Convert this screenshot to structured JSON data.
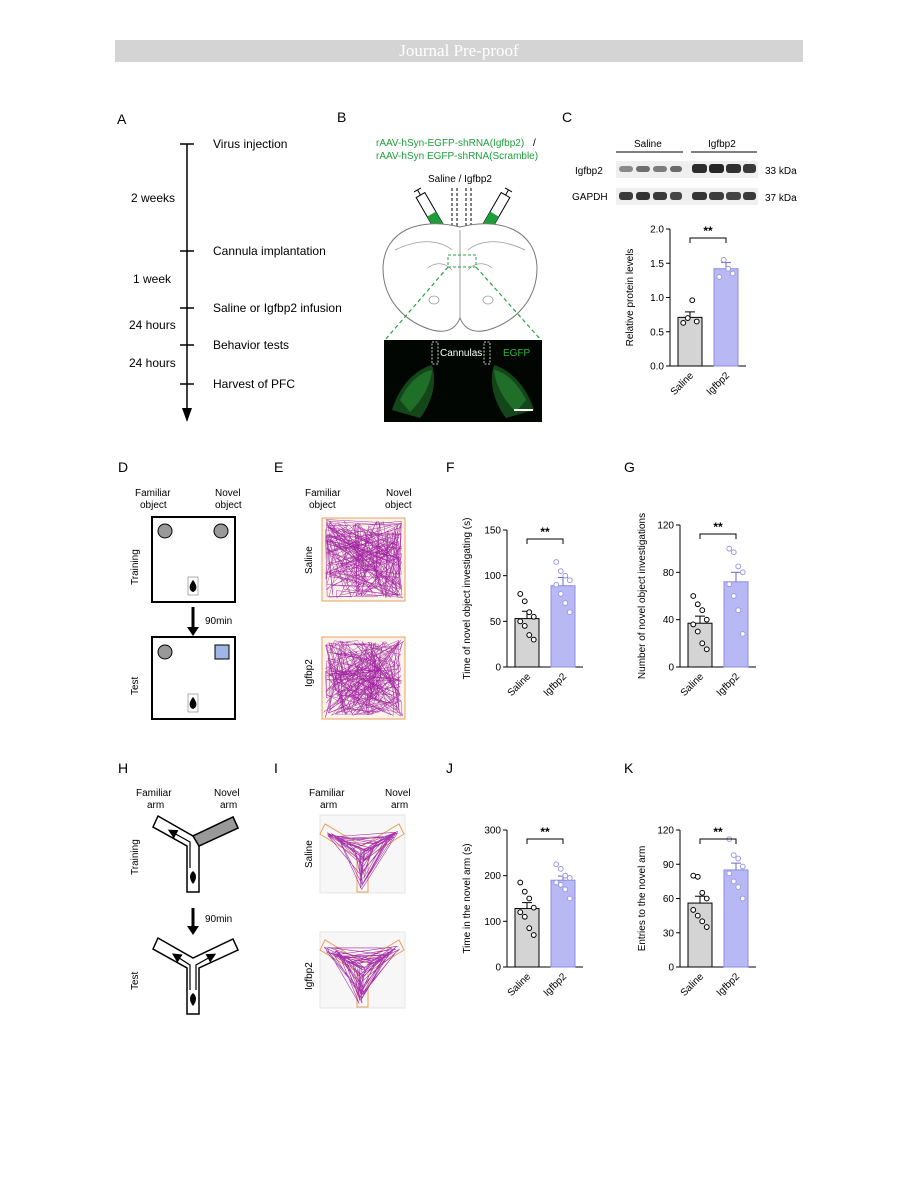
{
  "banner": "Journal Pre-proof",
  "panel_letters": [
    "A",
    "B",
    "C",
    "D",
    "E",
    "F",
    "G",
    "H",
    "I",
    "J",
    "K"
  ],
  "timeline": {
    "events": [
      "Virus injection",
      "Cannula implantation",
      "Saline or Igfbp2 infusion",
      "Behavior tests",
      "Harvest of PFC"
    ],
    "intervals": [
      "2 weeks",
      "1 week",
      "24 hours",
      "24 hours"
    ]
  },
  "panel_b": {
    "virus_line1": "rAAV-hSyn-EGFP-shRNA(Igfbp2)",
    "virus_slash": "/",
    "virus_line2": "rAAV-hSyn EGFP-shRNA(Scramble)",
    "infusion_label": "Saline / Igfbp2",
    "cannulas_label": "Cannulas",
    "egfp_label": "EGFP",
    "colors": {
      "virus_text": "#1e9e3a",
      "egfp": "#22bb33"
    }
  },
  "panel_c": {
    "groups": [
      "Saline",
      "Igfbp2"
    ],
    "blot_rows": [
      "Igfbp2",
      "GAPDH"
    ],
    "kda": [
      "33 kDa",
      "37 kDa"
    ],
    "significance": "**"
  },
  "panel_d": {
    "familiar": [
      "Familiar",
      "object"
    ],
    "novel": [
      "Novel",
      "object"
    ],
    "training": "Training",
    "test": "Test",
    "delay": "90min"
  },
  "panel_e": {
    "familiar": [
      "Familiar",
      "object"
    ],
    "novel": [
      "Novel",
      "object"
    ],
    "rows": [
      "Saline",
      "Igfbp2"
    ]
  },
  "panel_h": {
    "familiar": [
      "Familiar",
      "arm"
    ],
    "novel": [
      "Novel",
      "arm"
    ],
    "training": "Training",
    "test": "Test",
    "delay": "90min"
  },
  "panel_i": {
    "familiar": [
      "Familiar",
      "arm"
    ],
    "novel": [
      "Novel",
      "arm"
    ],
    "rows": [
      "Saline",
      "Igfbp2"
    ]
  },
  "chart_data": [
    {
      "panel": "C",
      "type": "bar",
      "categories": [
        "Saline",
        "Igfbp2"
      ],
      "values": [
        0.71,
        1.42
      ],
      "errors": [
        0.08,
        0.09
      ],
      "points": [
        [
          0.63,
          0.7,
          0.96,
          0.65
        ],
        [
          1.3,
          1.55,
          1.42,
          1.35
        ]
      ],
      "ylabel": "Relative protein levels",
      "ylim": [
        0,
        2.0
      ],
      "yticks": [
        0.0,
        0.5,
        1.0,
        1.5,
        2.0
      ],
      "tick_labels": [
        "0.0",
        "0.5",
        "1.0",
        "1.5",
        "2.0"
      ],
      "significance": "**"
    },
    {
      "panel": "F",
      "type": "bar",
      "categories": [
        "Saline",
        "Igfbp2"
      ],
      "values": [
        53,
        89
      ],
      "errors": [
        8,
        9
      ],
      "points": [
        [
          80,
          72,
          60,
          55,
          50,
          45,
          35,
          30
        ],
        [
          115,
          105,
          100,
          95,
          90,
          80,
          70,
          60
        ]
      ],
      "ylabel": "Time of novel object investigating (s)",
      "ylim": [
        0,
        150
      ],
      "yticks": [
        0,
        50,
        100,
        150
      ],
      "tick_labels": [
        "0",
        "50",
        "100",
        "150"
      ],
      "significance": "**"
    },
    {
      "panel": "G",
      "type": "bar",
      "categories": [
        "Saline",
        "Igfbp2"
      ],
      "values": [
        37,
        72
      ],
      "errors": [
        6,
        8
      ],
      "points": [
        [
          60,
          53,
          48,
          40,
          36,
          30,
          20,
          15
        ],
        [
          100,
          97,
          85,
          80,
          70,
          60,
          48,
          28
        ]
      ],
      "ylabel": "Number of novel object investigations",
      "ylim": [
        0,
        120
      ],
      "yticks": [
        0,
        40,
        80,
        120
      ],
      "tick_labels": [
        "0",
        "40",
        "80",
        "120"
      ],
      "significance": "**"
    },
    {
      "panel": "J",
      "type": "bar",
      "categories": [
        "Saline",
        "Igfbp2"
      ],
      "values": [
        128,
        190
      ],
      "errors": [
        13,
        9
      ],
      "points": [
        [
          185,
          165,
          150,
          130,
          120,
          110,
          85,
          70
        ],
        [
          225,
          215,
          200,
          195,
          185,
          180,
          170,
          150
        ]
      ],
      "ylabel": "Time in the novel arm (s)",
      "ylim": [
        0,
        300
      ],
      "yticks": [
        0,
        100,
        200,
        300
      ],
      "tick_labels": [
        "0",
        "100",
        "200",
        "300"
      ],
      "significance": "**"
    },
    {
      "panel": "K",
      "type": "bar",
      "categories": [
        "Saline",
        "Igfbp2"
      ],
      "values": [
        56,
        85
      ],
      "errors": [
        6,
        6
      ],
      "points": [
        [
          80,
          79,
          65,
          60,
          50,
          45,
          40,
          35
        ],
        [
          112,
          98,
          95,
          88,
          82,
          75,
          70,
          60
        ]
      ],
      "ylabel": "Entries to the novel arm",
      "ylim": [
        0,
        120
      ],
      "yticks": [
        0,
        30,
        60,
        90,
        120
      ],
      "tick_labels": [
        "0",
        "30",
        "60",
        "90",
        "120"
      ],
      "significance": "**"
    }
  ],
  "colors": {
    "saline_bar": "#d4d4d4",
    "igfbp2_bar": "#b8b8f4",
    "igfbp2_point": "#9a9ae6",
    "track": "#a020a0",
    "track_border": "#e8a05a",
    "novel_object": "#9fb6e6"
  }
}
